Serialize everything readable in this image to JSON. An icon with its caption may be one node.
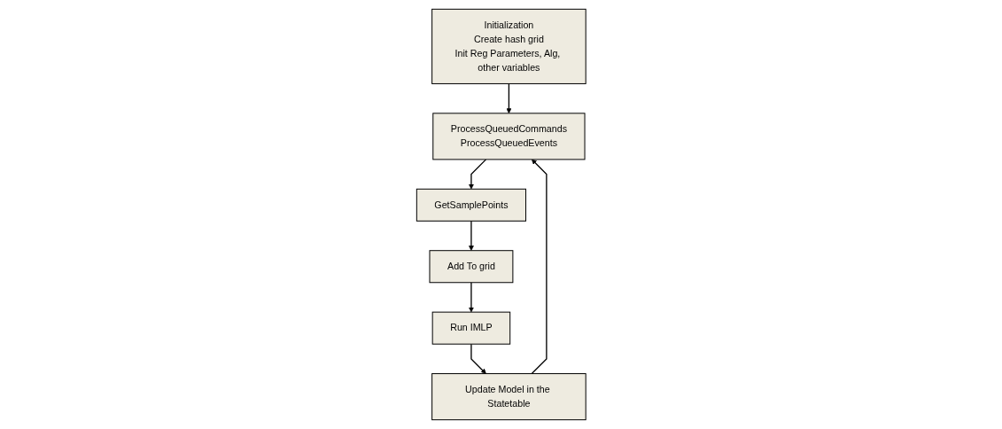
{
  "diagram": {
    "nodes": [
      {
        "text": [
          "Initialization",
          "Create hash grid",
          "Init Reg Parameters, Alg, other variables"
        ]
      },
      {
        "text": [
          "ProcessQueuedCommands",
          "ProcessQueuedEvents"
        ]
      },
      {
        "text": [
          "GetSamplePoints"
        ]
      },
      {
        "text": [
          "Add To grid"
        ]
      },
      {
        "text": [
          "Run IMLP"
        ]
      },
      {
        "text": [
          "Update Model in the Statetable"
        ]
      }
    ],
    "edges": [
      {
        "from": 0,
        "to": 1,
        "arrow": "to"
      },
      {
        "from": 1,
        "to": 2,
        "arrow": "to"
      },
      {
        "from": 2,
        "to": 3,
        "arrow": "to"
      },
      {
        "from": 3,
        "to": 4,
        "arrow": "to"
      },
      {
        "from": 4,
        "to": 5,
        "arrow": "to"
      },
      {
        "from": 5,
        "to": 1,
        "arrow": "to"
      }
    ]
  }
}
